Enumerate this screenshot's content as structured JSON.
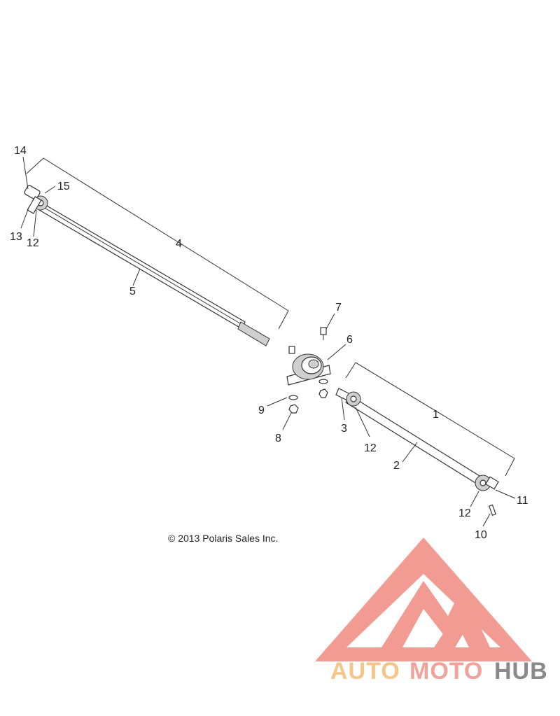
{
  "callouts": {
    "c1": "1",
    "c2": "2",
    "c3": "3",
    "c4": "4",
    "c5": "5",
    "c6": "6",
    "c7": "7",
    "c8": "8",
    "c9": "9",
    "c10": "10",
    "c11": "11",
    "c12a": "12",
    "c12b": "12",
    "c12c": "12",
    "c13": "13",
    "c14": "14",
    "c15": "15"
  },
  "copyright": "© 2013 Polaris Sales Inc.",
  "watermark": {
    "auto": "AUTO",
    "moto": "MOTO",
    "hub": "HUB",
    "colors": {
      "auto": "#f5c58a",
      "moto": "#f0a39a",
      "hub": "#8a8a8a",
      "logo": "#f08a80"
    }
  }
}
